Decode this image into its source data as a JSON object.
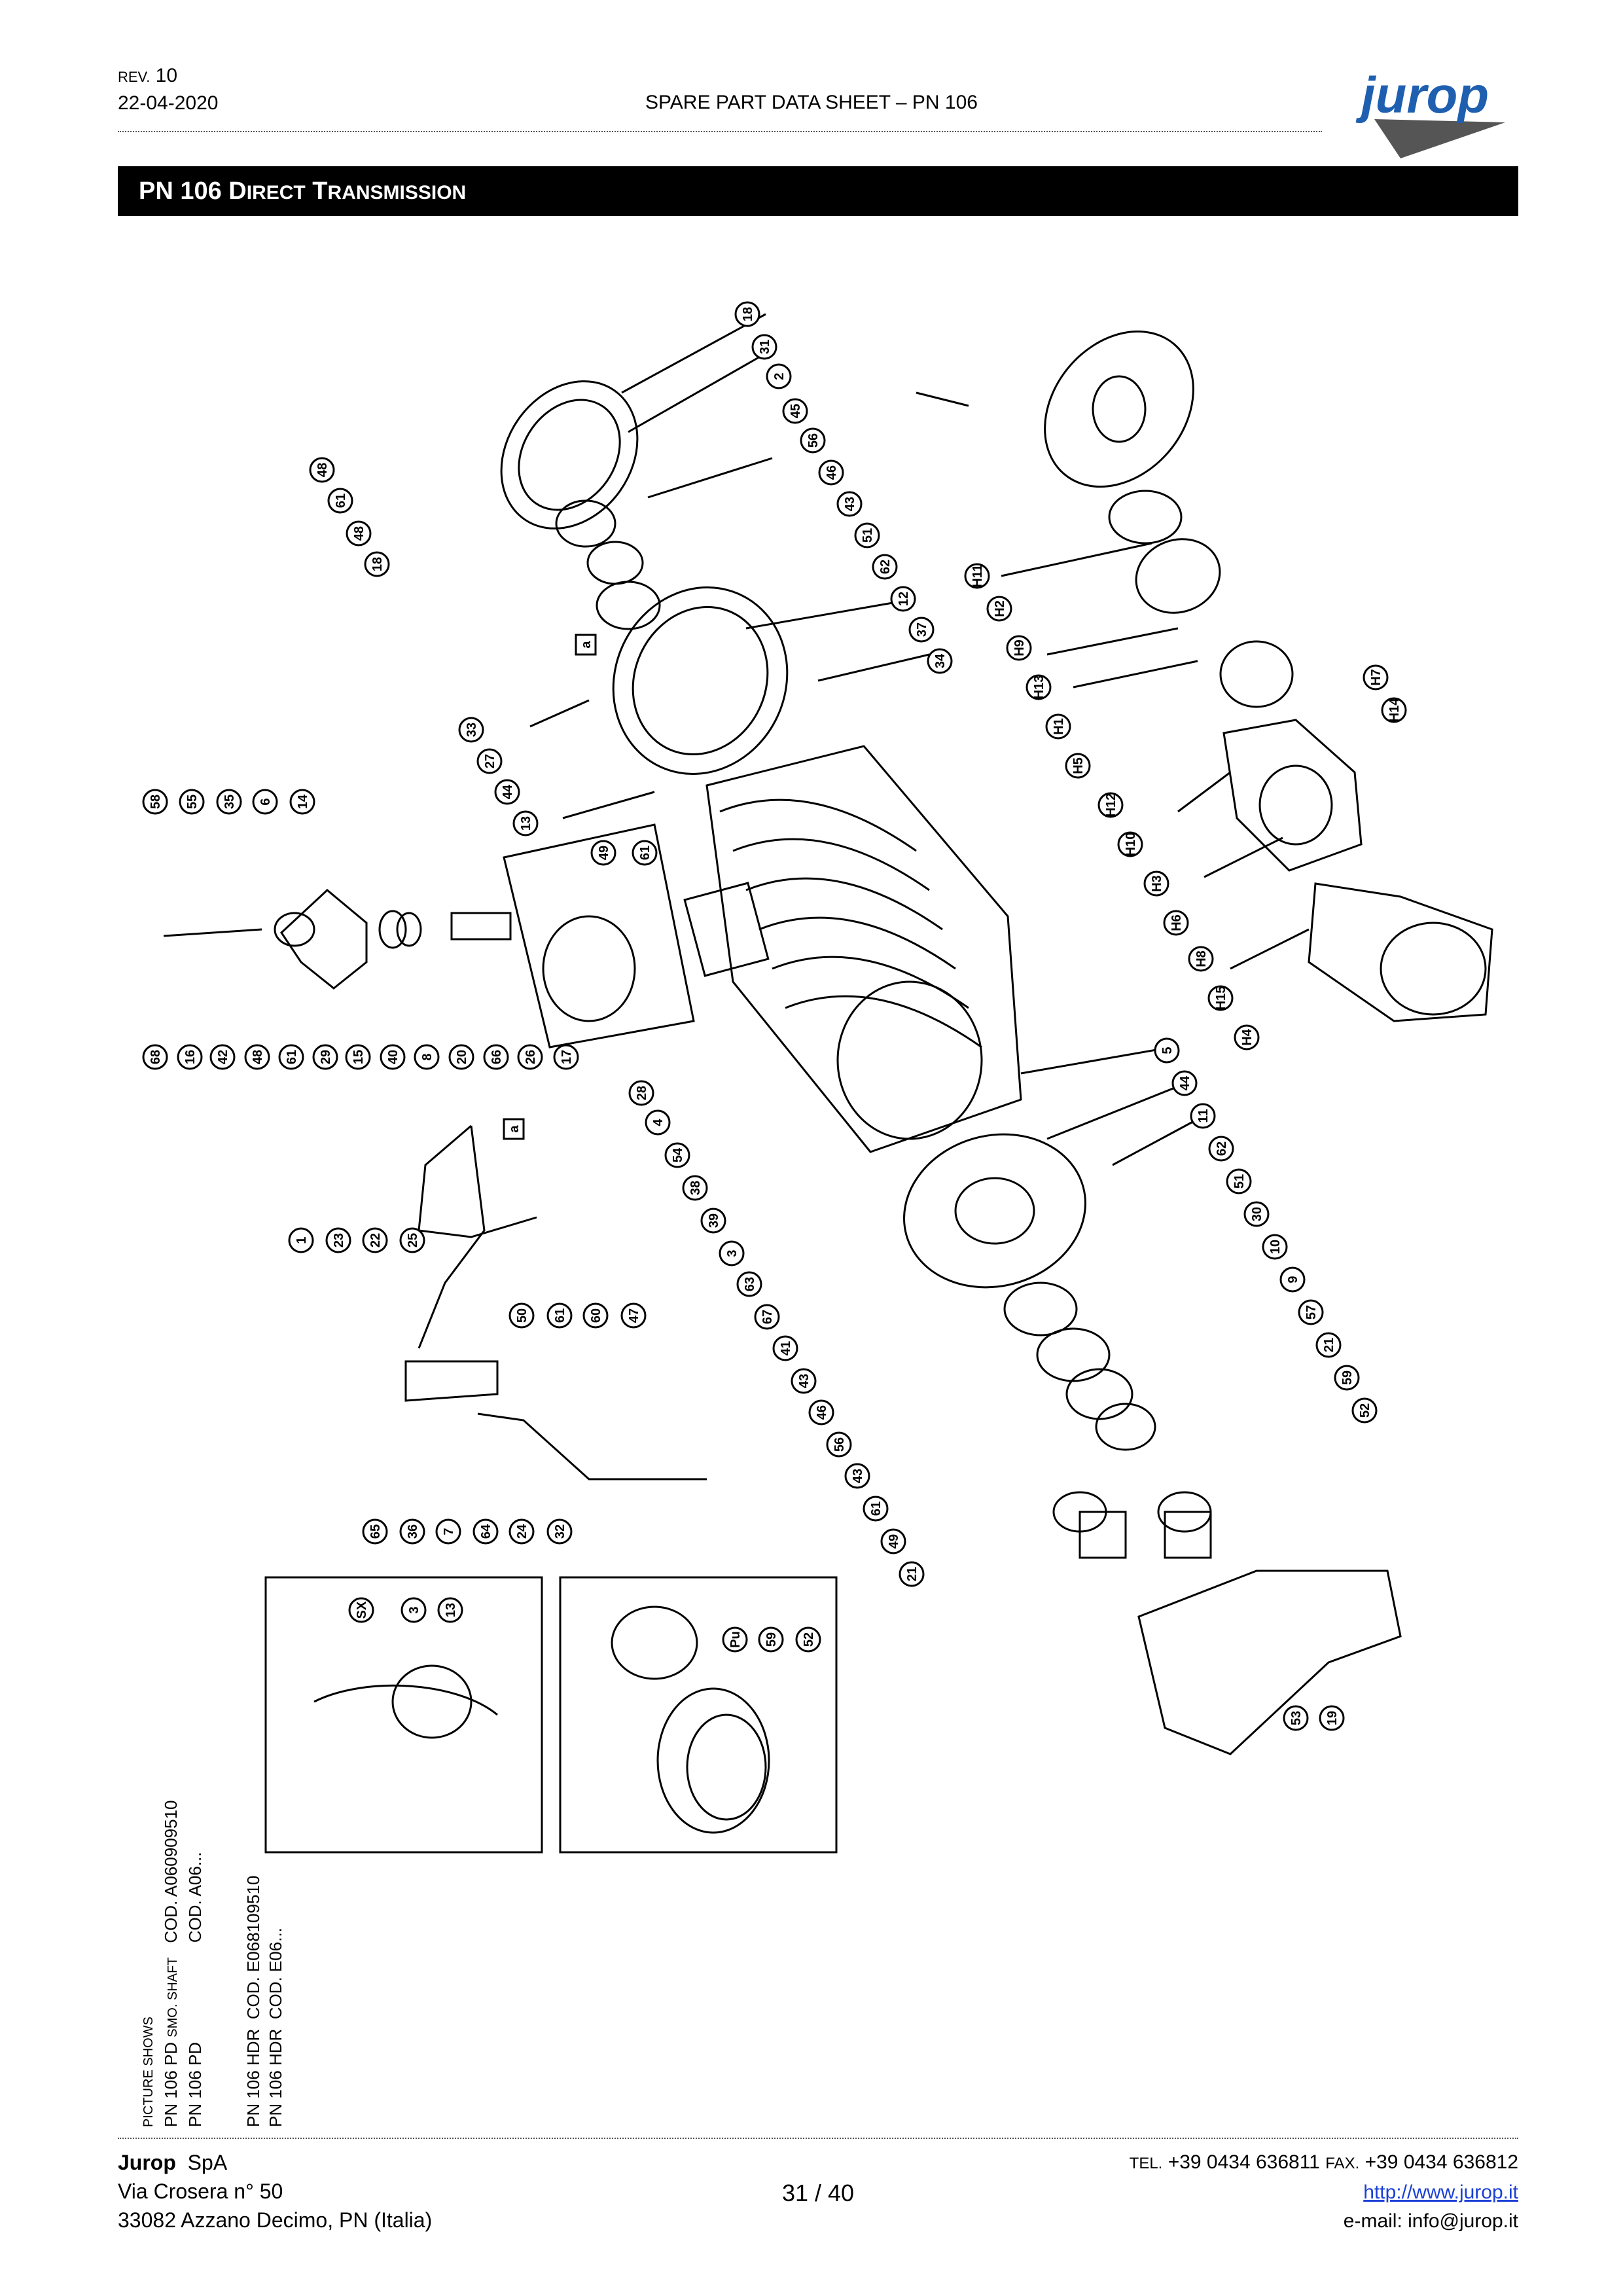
{
  "header": {
    "rev_label": "REV.",
    "rev_number": "10",
    "date": "22-04-2020",
    "doc_title": "SPARE PART DATA SHEET – PN 106",
    "brand": "jurop"
  },
  "section_title": {
    "main": "PN 106 D",
    "rest1": "IRECT",
    "mid": " T",
    "rest2": "RANSMISSION"
  },
  "picture_shows": {
    "label": "PICTURE SHOWS",
    "line1_model": "PN 106 PD",
    "line1_desc": "SMO. SHAFT",
    "line1_code": "COD. A060909510",
    "line2_model": "PN 106 PD",
    "line2_code": "COD. A06...",
    "line3_model": "PN 106 HDR",
    "line3_code": "COD. E068109510",
    "line4_model": "PN 106 HDR",
    "line4_code": "COD. E06..."
  },
  "callouts": [
    "18",
    "31",
    "2",
    "45",
    "56",
    "46",
    "43",
    "51",
    "62",
    "12",
    "37",
    "34",
    "48",
    "61",
    "48",
    "18",
    "a",
    "33",
    "27",
    "44",
    "13",
    "58",
    "55",
    "35",
    "6",
    "14",
    "49",
    "61",
    "68",
    "16",
    "42",
    "48",
    "61",
    "29",
    "15",
    "40",
    "8",
    "20",
    "66",
    "26",
    "17",
    "28",
    "a",
    "4",
    "54",
    "38",
    "39",
    "3",
    "63",
    "67",
    "41",
    "43",
    "46",
    "56",
    "43",
    "61",
    "49",
    "21",
    "5",
    "44",
    "11",
    "62",
    "51",
    "30",
    "10",
    "9",
    "57",
    "21",
    "59",
    "52",
    "1",
    "23",
    "22",
    "25",
    "50",
    "61",
    "60",
    "47",
    "65",
    "36",
    "7",
    "64",
    "24",
    "32",
    "SX",
    "3",
    "13",
    "Pu",
    "59",
    "52",
    "53",
    "19",
    "H11",
    "H2",
    "H9",
    "H13",
    "H1",
    "H5",
    "H12",
    "H10",
    "H3",
    "H6",
    "H8",
    "H15",
    "H4",
    "H7",
    "H14"
  ],
  "footer": {
    "company": "Jurop",
    "company_suffix": "SpA",
    "address1": "Via Crosera n° 50",
    "address2": "33082 Azzano Decimo, PN (Italia)",
    "page": "31 / 40",
    "tel_label": "TEL.",
    "tel": "+39 0434 636811",
    "fax_label": "FAX.",
    "fax": "+39 0434 636812",
    "website": "http://www.jurop.it",
    "email": "e-mail: info@jurop.it"
  },
  "colors": {
    "logo_blue": "#1f5fb0",
    "logo_grey": "#555555",
    "link": "#1a3fd6"
  }
}
